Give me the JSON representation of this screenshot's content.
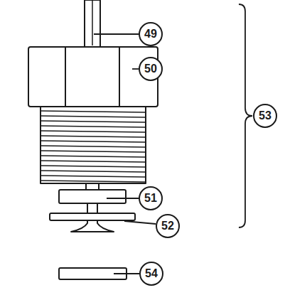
{
  "diagram": {
    "labels": [
      "49",
      "50",
      "53",
      "51",
      "52",
      "54"
    ]
  }
}
